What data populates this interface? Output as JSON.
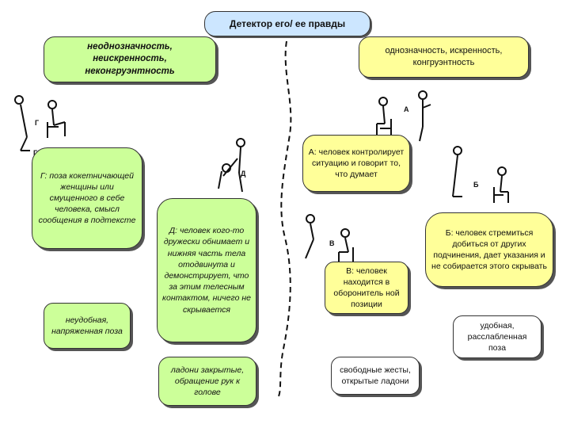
{
  "title": "Детектор его/ ее правды",
  "left_header": "неоднозначность, неискренность, неконгруэнтность",
  "right_header": "однозначность, искренность, конгруэнтность",
  "box_g": "Г:  поза кокетничающей женщины или смущенного в себе человека, смысл сообщения в подтексте",
  "box_uncomfortable": "неудобная, напряженная поза",
  "box_d": "Д:  человек кого-то дружески обнимает и нижняя часть тела отодвинута и демонстрирует, что за этим телесным контактом, ничего не скрывается",
  "box_palms_closed": "ладони закрытые, обращение рук к голове",
  "box_a": "А:  человек контролирует ситуацию и говорит то, что думает",
  "box_v": "В:  человек находится в оборонитель ной позиции",
  "box_open": "свободные жесты, открытые ладони",
  "box_b": "Б:  человек стремиться добиться от других подчинения, дает указания и не собирается этого скрывать",
  "box_comfortable": "удобная, расслабленная поза",
  "letters": {
    "g": "Г",
    "a": "А",
    "d": "Д",
    "v": "В",
    "b": "Б"
  }
}
